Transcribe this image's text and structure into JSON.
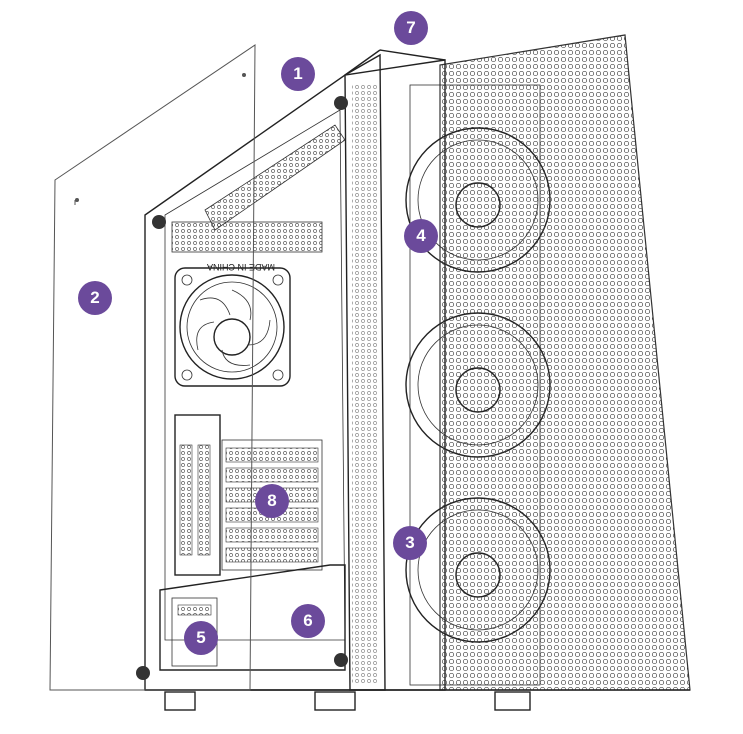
{
  "colors": {
    "callout_fill": "#6b4a9b",
    "line": "#222222",
    "background": "#ffffff"
  },
  "callouts": [
    {
      "number": "1",
      "part": "top-panel"
    },
    {
      "number": "2",
      "part": "side-glass-panel"
    },
    {
      "number": "3",
      "part": "front-fans"
    },
    {
      "number": "4",
      "part": "front-fan-top"
    },
    {
      "number": "5",
      "part": "psu-shroud-bay"
    },
    {
      "number": "6",
      "part": "psu-shroud"
    },
    {
      "number": "7",
      "part": "front-mesh-panel"
    },
    {
      "number": "8",
      "part": "expansion-slots"
    }
  ],
  "case_labels": {
    "rear_io_text": "MADE IN CHINA"
  }
}
